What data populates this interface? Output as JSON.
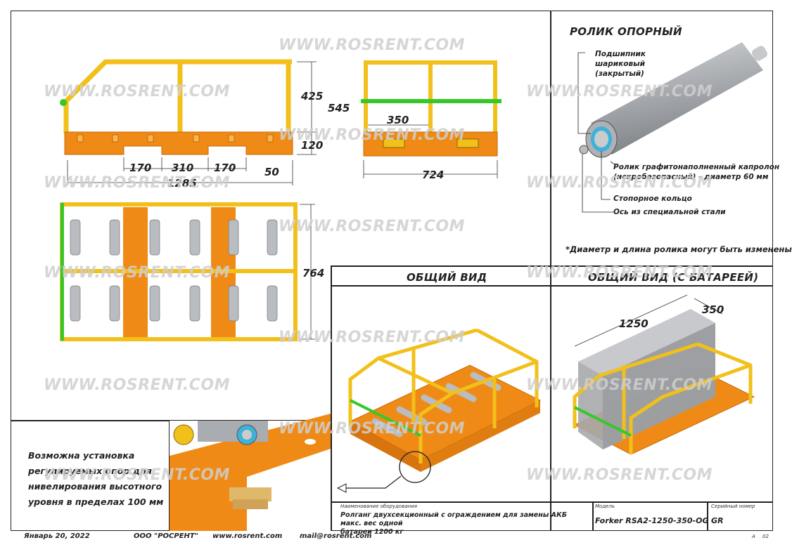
{
  "watermark": "WWW.ROSRENT.COM",
  "dimensions": {
    "side_height_top": "425",
    "side_height_total": "545",
    "side_height_base": "120",
    "gap_a": "170",
    "gap_b": "310",
    "gap_c": "170",
    "offset": "50",
    "length": "1285",
    "inner_width": "350",
    "outer_width": "724",
    "plan_width": "764"
  },
  "roller": {
    "title": "РОЛИК ОПОРНЫЙ",
    "bearing_1": "Подшипник",
    "bearing_2": "шариковый",
    "bearing_3": "(закрытый)",
    "roller_1": "Ролик графитонаполненный капролон",
    "roller_2": "(искробезопасный) - диаметр 60 мм",
    "ring": "Стопорное кольцо",
    "axle": "Ось из специальной стали",
    "note": "*Диаметр и длина ролика могут быть изменены"
  },
  "views": {
    "general": "ОБЩИЙ ВИД",
    "general_battery": "ОБЩИЙ ВИД (С БАТАРЕЕЙ)",
    "battery_length": "1250",
    "battery_width": "350"
  },
  "feet_note": {
    "line_1": "Возможна установка",
    "line_2": "регулируемых опор для",
    "line_3": "нивелирования высотного",
    "line_4": "уровня в пределах 100 мм"
  },
  "title_block": {
    "equipment_label": "Наименование оборудования",
    "equipment_1": "Ролганг двухсекционный с ограждением  для замены АКБ макс. вес одной",
    "equipment_2": "батареи 1200 кг",
    "model_label": "Модель",
    "model": "Forker RSA2-1250-350-OG",
    "serial_label": "Серийный номер",
    "serial": "GR",
    "sheet_a": "А",
    "sheet_no": "02"
  },
  "footer": {
    "date": "Январь 20, 2022",
    "company": "ООО \"РОСРЕНТ\"",
    "site": "www.rosrent.com",
    "mail": "mail@rosrent.com"
  },
  "colors": {
    "frame_yellow": "#f2c01a",
    "base_orange": "#f08a16",
    "rail_green": "#36c82a",
    "roller_grey": "#b9bcc0"
  }
}
